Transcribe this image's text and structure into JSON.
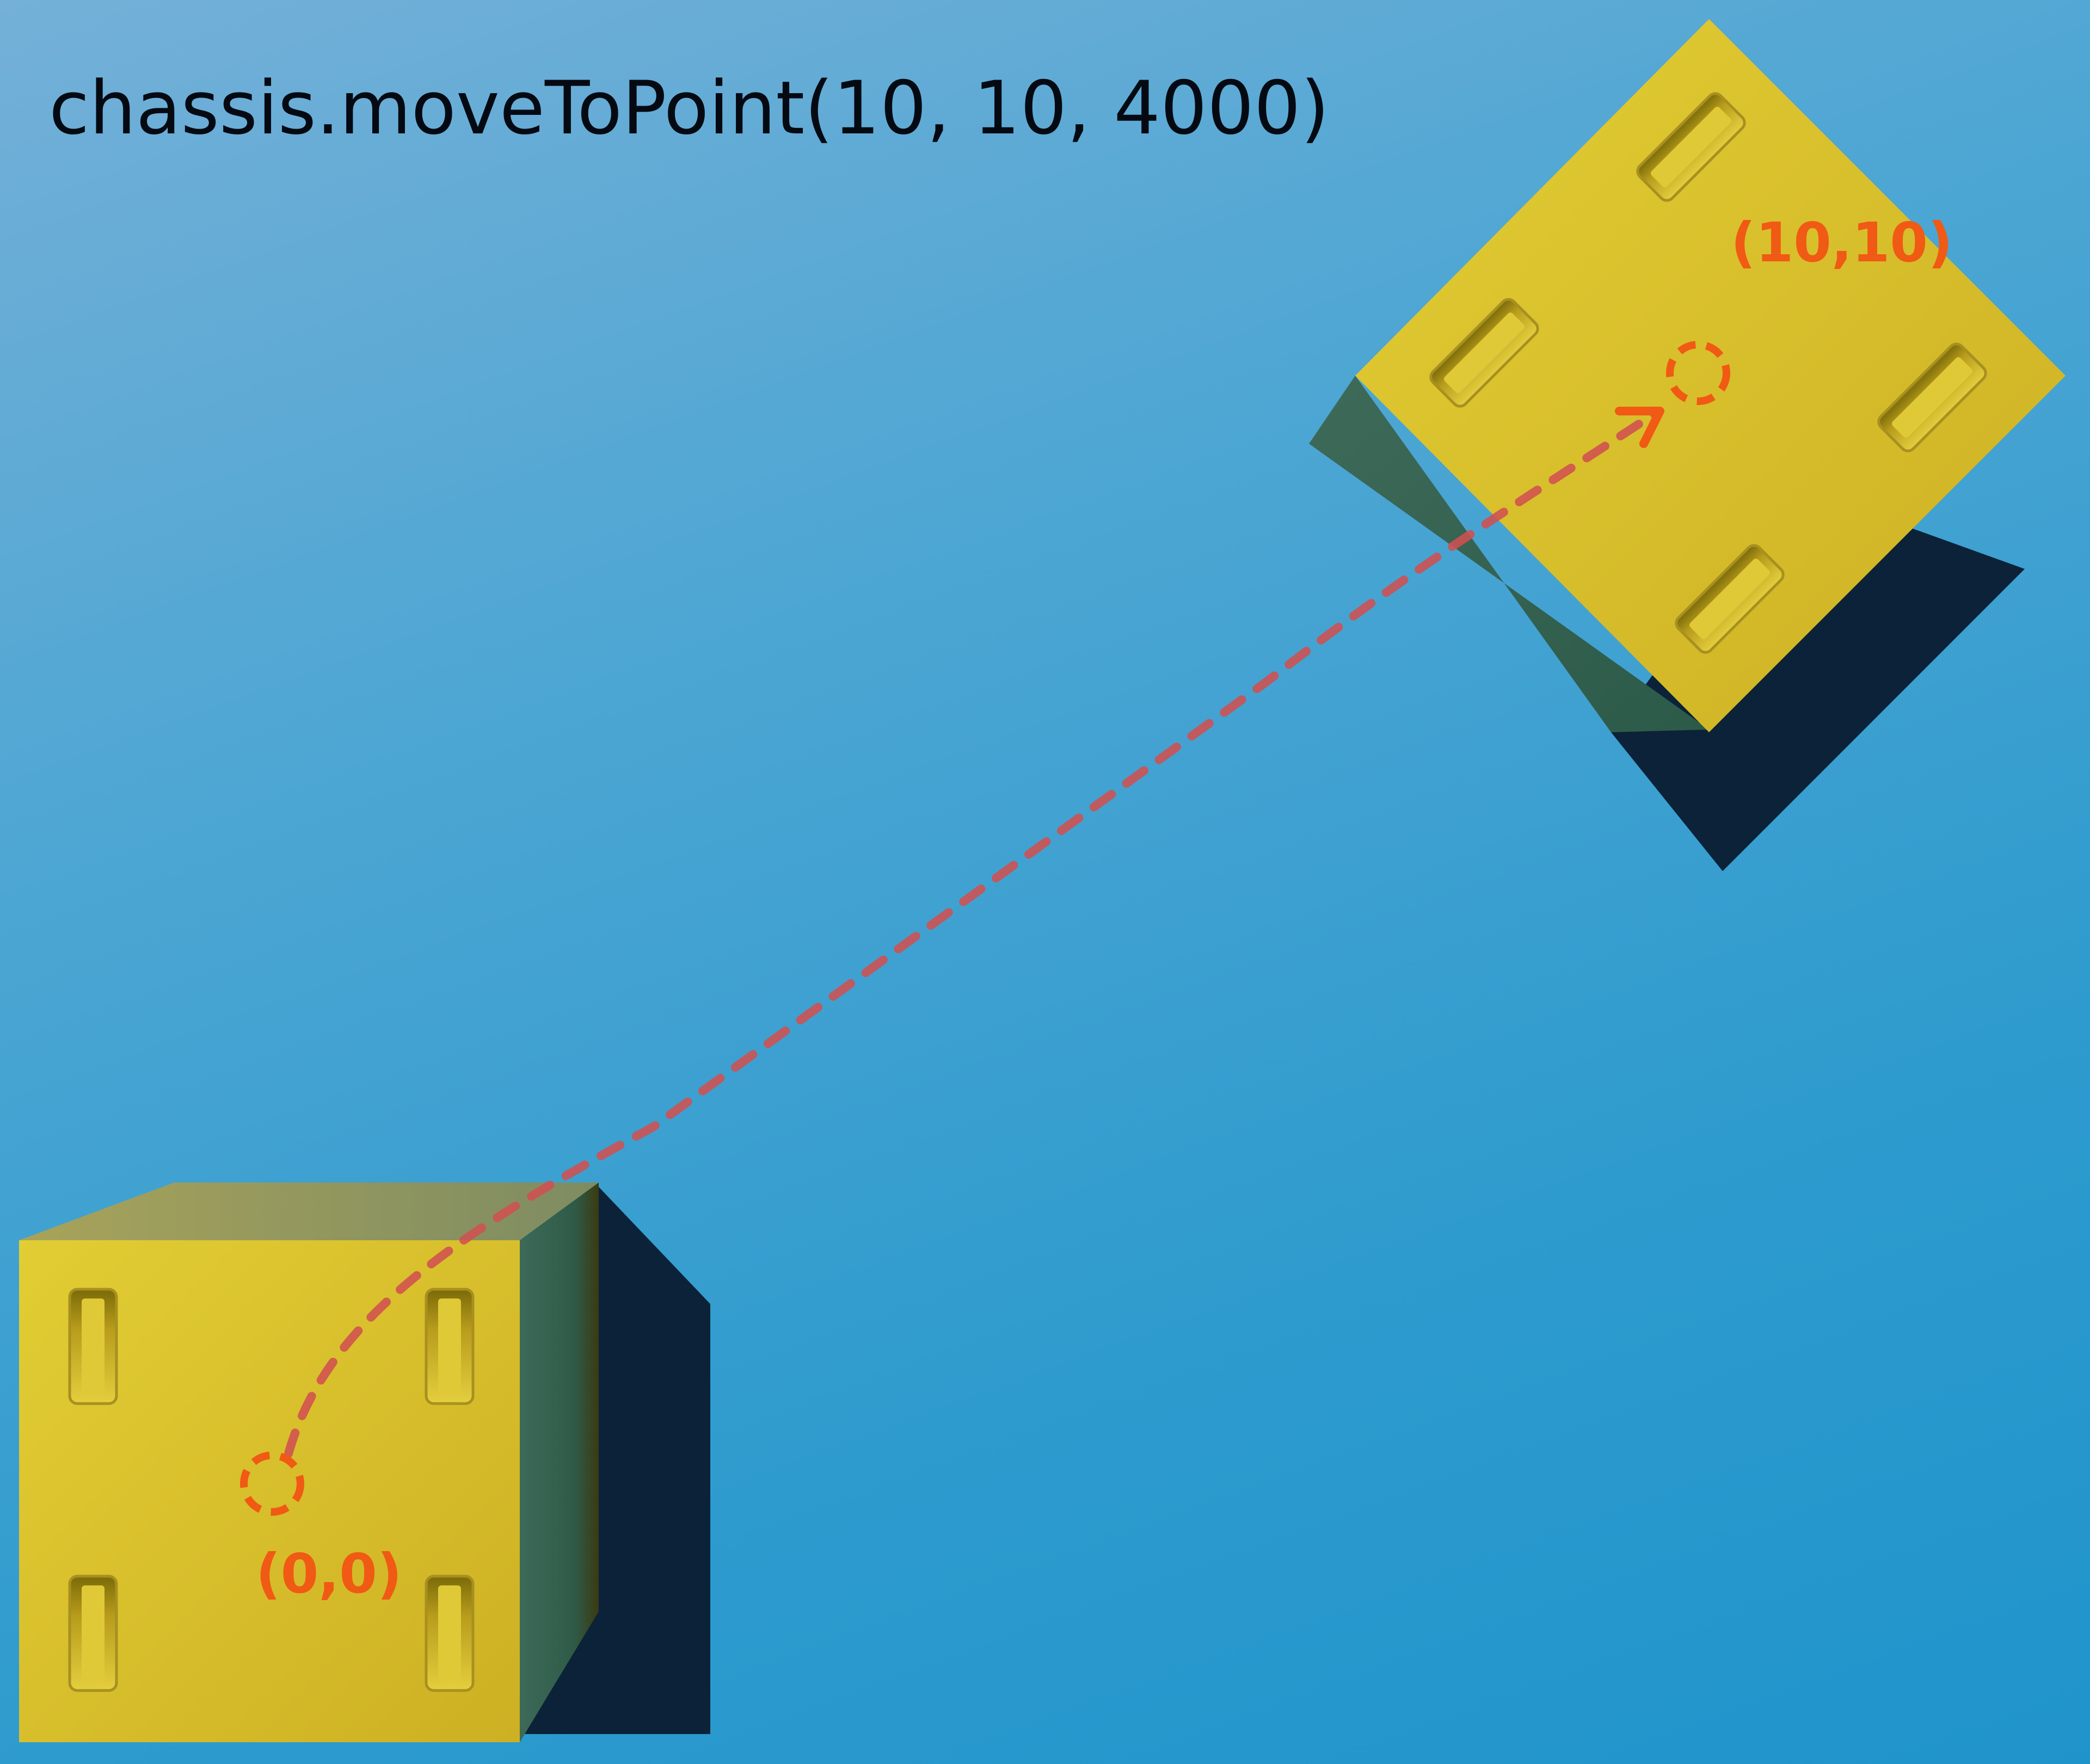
{
  "code_caption": "chassis.moveToPoint(10, 10, 4000)",
  "start_point": {
    "label": "(0,0)"
  },
  "end_point": {
    "label": "(10,10)"
  },
  "colors": {
    "background": "#2e9bce",
    "robot_body": "#d8c12e",
    "path": "#d05050",
    "marker": "#f05a14",
    "shadow": "#0b2238"
  }
}
